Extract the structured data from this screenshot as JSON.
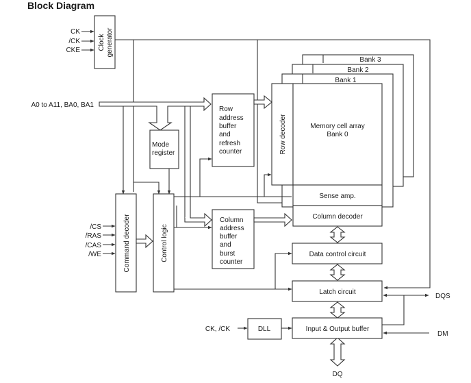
{
  "title": "Block Diagram",
  "colors": {
    "line": "#333333",
    "text": "#1a1a1a",
    "background": "#ffffff"
  },
  "inputs": {
    "clock": [
      "CK",
      "/CK",
      "CKE"
    ],
    "address": "A0 to A11, BA0, BA1",
    "command": [
      "/CS",
      "/RAS",
      "/CAS",
      "/WE"
    ],
    "dll_clock": "CK, /CK"
  },
  "blocks": {
    "clock_generator": [
      "Clock",
      "generator"
    ],
    "mode_register": [
      "Mode",
      "register"
    ],
    "command_decoder": "Command decoder",
    "control_logic": "Control logic",
    "row_address_buffer": [
      "Row",
      "address",
      "buffer",
      "and",
      "refresh",
      "counter"
    ],
    "column_address_buffer": [
      "Column",
      "address",
      "buffer",
      "and",
      "burst",
      "counter"
    ],
    "row_decoder": "Row decoder",
    "memory_array": [
      "Memory cell array",
      "Bank 0"
    ],
    "banks": [
      "Bank 1",
      "Bank 2",
      "Bank 3"
    ],
    "sense_amp": "Sense amp.",
    "column_decoder": "Column decoder",
    "data_control": "Data control circuit",
    "latch": "Latch circuit",
    "io_buffer": "Input & Output buffer",
    "dll": "DLL"
  },
  "outputs": {
    "dqs": "DQS",
    "dm": "DM",
    "dq": "DQ"
  }
}
